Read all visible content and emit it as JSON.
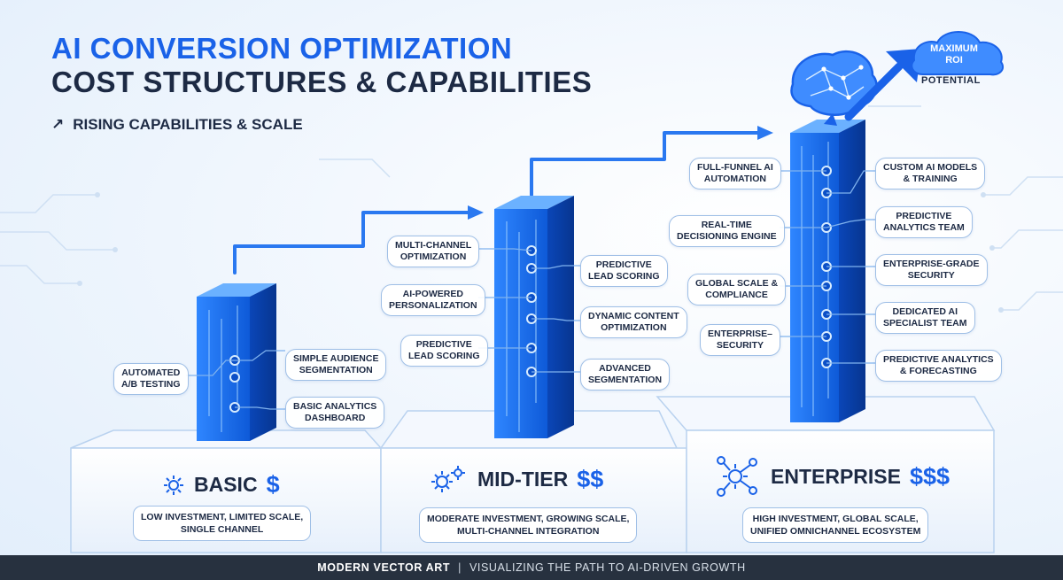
{
  "header": {
    "title_line1": "AI CONVERSION OPTIMIZATION",
    "title_line2": "COST STRUCTURES & CAPABILITIES",
    "subtitle": "RISING CAPABILITIES & SCALE",
    "subtitle_icon": "arrow-up-right-icon"
  },
  "goal": {
    "cloud_label": "MAXIMUM ROI",
    "potential_label": "POTENTIAL",
    "icon": "brain-circuit-icon"
  },
  "tiers": [
    {
      "name": "BASIC",
      "price": "$",
      "icon": "gear-icon",
      "description": [
        "LOW INVESTMENT, LIMITED SCALE,",
        "SINGLE CHANNEL"
      ],
      "features_left": [
        [
          "AUTOMATED",
          "A/B TESTING"
        ]
      ],
      "features_right": [
        [
          "SIMPLE AUDIENCE",
          "SEGMENTATION"
        ],
        [
          "BASIC ANALYTICS",
          "DASHBOARD"
        ]
      ]
    },
    {
      "name": "MID-TIER",
      "price": "$$",
      "icon": "gears-icon",
      "description": [
        "MODERATE INVESTMENT, GROWING SCALE,",
        "MULTI-CHANNEL INTEGRATION"
      ],
      "features_left": [
        [
          "MULTI-CHANNEL",
          "OPTIMIZATION"
        ],
        [
          "AI-POWERED",
          "PERSONALIZATION"
        ],
        [
          "PREDICTIVE",
          "LEAD SCORING"
        ]
      ],
      "features_right": [
        [
          "PREDICTIVE",
          "LEAD SCORING"
        ],
        [
          "DYNAMIC CONTENT",
          "OPTIMIZATION"
        ],
        [
          "ADVANCED",
          "SEGMENTATION"
        ]
      ]
    },
    {
      "name": "ENTERPRISE",
      "price": "$$$",
      "icon": "gears-network-icon",
      "description": [
        "HIGH INVESTMENT, GLOBAL SCALE,",
        "UNIFIED OMNICHANNEL ECOSYSTEM"
      ],
      "features_left": [
        [
          "FULL-FUNNEL AI",
          "AUTOMATION"
        ],
        [
          "REAL-TIME",
          "DECISIONING ENGINE"
        ],
        [
          "GLOBAL SCALE &",
          "COMPLIANCE"
        ],
        [
          "ENTERPRISE–",
          "SECURITY"
        ]
      ],
      "features_right": [
        [
          "CUSTOM AI MODELS",
          "& TRAINING"
        ],
        [
          "PREDICTIVE",
          "ANALYTICS TEAM"
        ],
        [
          "ENTERPRISE-GRADE",
          "SECURITY"
        ],
        [
          "DEDICATED AI",
          "SPECIALIST TEAM"
        ],
        [
          "PREDICTIVE ANALYTICS",
          "& FORECASTING"
        ]
      ]
    }
  ],
  "footer": {
    "bold": "MODERN VECTOR ART",
    "separator": "|",
    "light": "VISUALIZING THE PATH TO AI-DRIVEN GROWTH"
  },
  "colors": {
    "accent": "#1a62e8",
    "dark": "#1d2a44",
    "footer_bg": "#27313f"
  }
}
